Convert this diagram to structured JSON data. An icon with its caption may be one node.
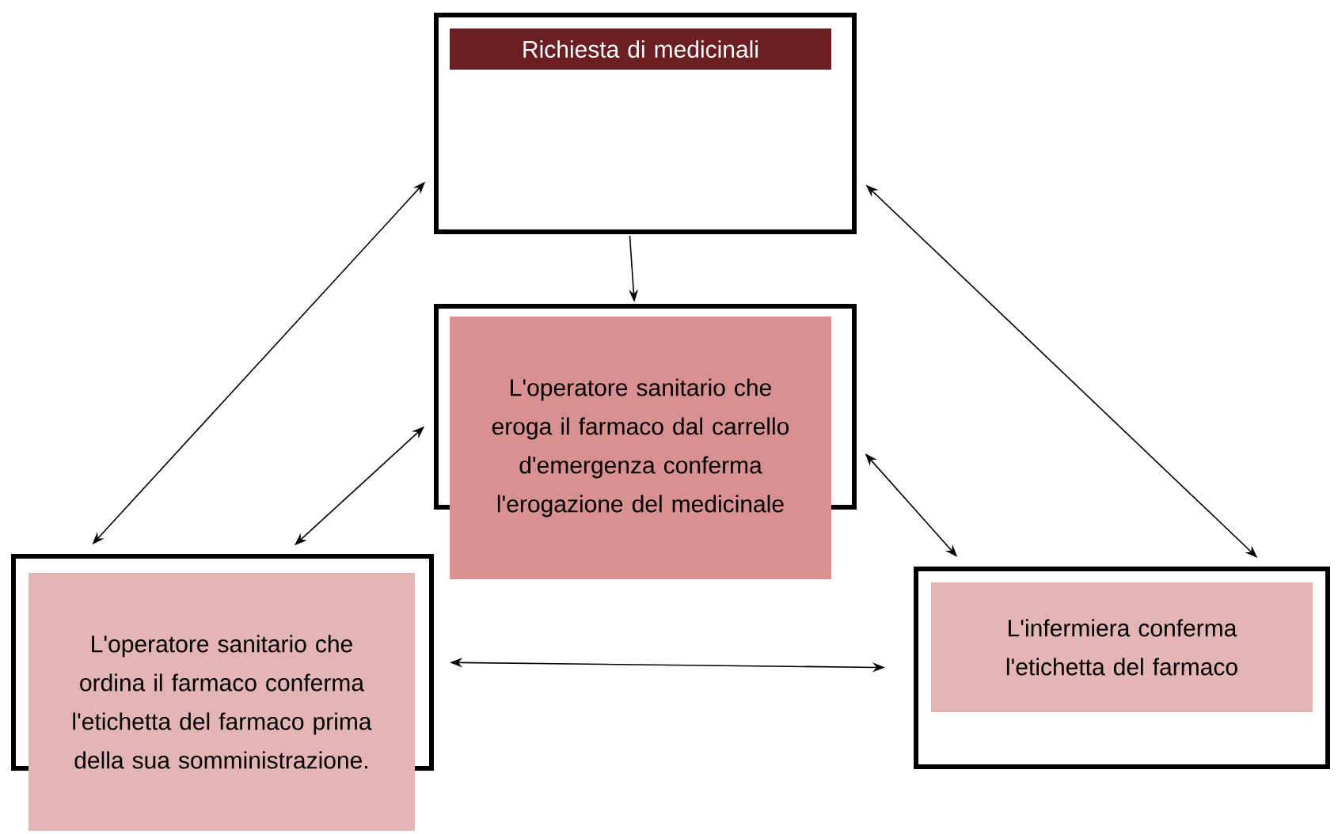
{
  "diagram": {
    "nodes": [
      {
        "text": [
          "Richiesta di medicinali"
        ]
      },
      {
        "text": [
          "L'operatore sanitario che eroga il farmaco dal carrello d'emergenza conferma l'erogazione del medicinale"
        ]
      },
      {
        "text": [
          "L'operatore sanitario che ordina il farmaco conferma l'etichetta del farmaco prima della sua somministrazione."
        ]
      },
      {
        "text": [
          "L'infermiera conferma l'etichetta del farmaco"
        ]
      }
    ],
    "edges": [
      {
        "from": 0,
        "to": 1,
        "arrow": "to"
      },
      {
        "from": 0,
        "to": 2,
        "arrow": "both"
      },
      {
        "from": 0,
        "to": 3,
        "arrow": "both"
      },
      {
        "from": 1,
        "to": 2,
        "arrow": "both"
      },
      {
        "from": 1,
        "to": 3,
        "arrow": "both"
      },
      {
        "from": 2,
        "to": 3,
        "arrow": "both"
      }
    ]
  }
}
